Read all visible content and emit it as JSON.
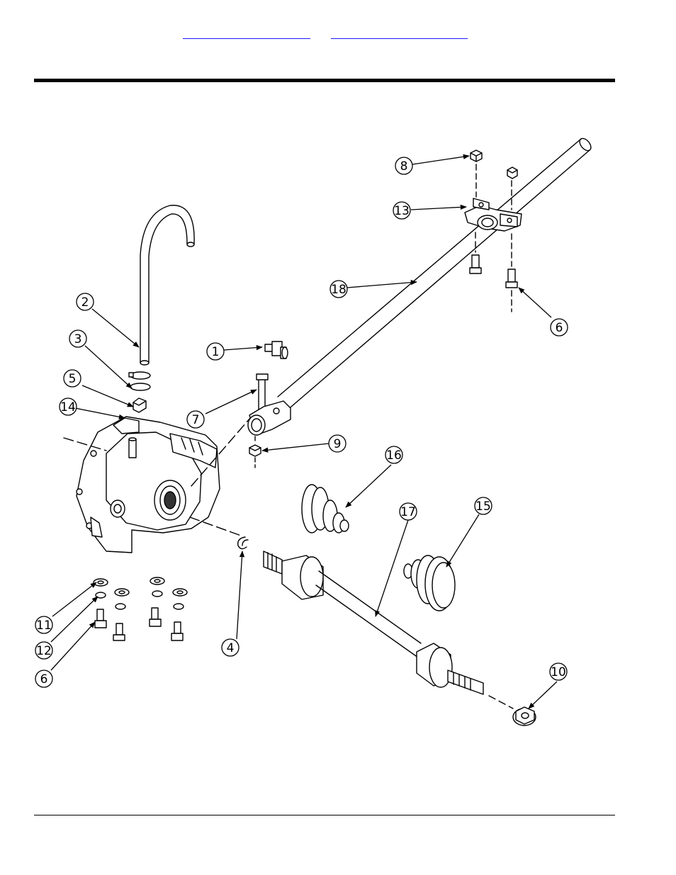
{
  "nav_links": [
    {
      "label": ""
    },
    {
      "label": ""
    }
  ],
  "callouts": [
    {
      "number": "1"
    },
    {
      "number": "2"
    },
    {
      "number": "3"
    },
    {
      "number": "4"
    },
    {
      "number": "5"
    },
    {
      "number": "6"
    },
    {
      "number": "6"
    },
    {
      "number": "7"
    },
    {
      "number": "8"
    },
    {
      "number": "9"
    },
    {
      "number": "10"
    },
    {
      "number": "11"
    },
    {
      "number": "12"
    },
    {
      "number": "13"
    },
    {
      "number": "14"
    },
    {
      "number": "15"
    },
    {
      "number": "16"
    },
    {
      "number": "17"
    },
    {
      "number": "18"
    }
  ]
}
